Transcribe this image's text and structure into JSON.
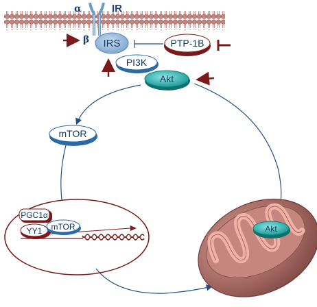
{
  "receptor": {
    "alpha": "α",
    "name": "IR",
    "beta": "β"
  },
  "nodes": {
    "irs": "IRS",
    "ptp1b": "PTP-1B",
    "pi3k": "PI3K",
    "akt": "Akt",
    "mtor": "mTOR"
  },
  "nucleus": {
    "pgc1a": "PGC1α",
    "yy1": "YY1",
    "mtor": "mTOR"
  },
  "mitochondrion": {
    "akt": "Akt"
  },
  "colors": {
    "membrane_head": "#c8867f",
    "membrane_tail": "#b06a62",
    "protein_fill": "#9dbfdf",
    "protein_text": "#0f3a63",
    "accent_red": "#7a1a1a",
    "akt_fill": "#2fb3b0",
    "arrow_blue": "#1f4f86",
    "mito_outer": "#a76e67",
    "mito_inner": "#f0b1a6"
  }
}
